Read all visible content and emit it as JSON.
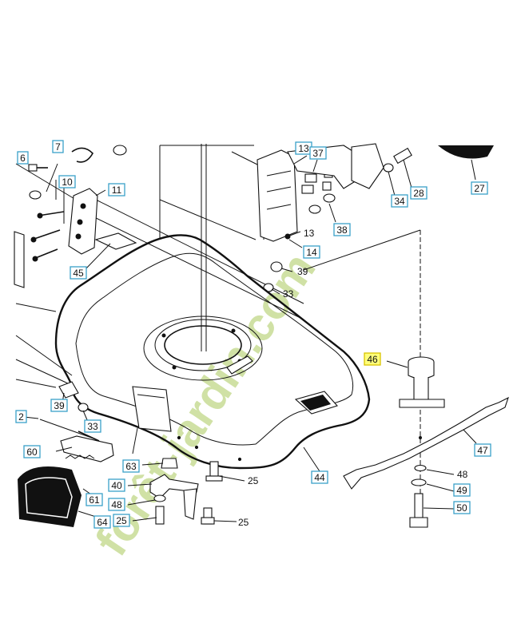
{
  "diagram": {
    "boxed_labels": [
      {
        "id": "p6",
        "text": "6"
      },
      {
        "id": "p7",
        "text": "7"
      },
      {
        "id": "p10",
        "text": "10"
      },
      {
        "id": "p11",
        "text": "11"
      },
      {
        "id": "p13a",
        "text": "13"
      },
      {
        "id": "p37",
        "text": "37"
      },
      {
        "id": "p14",
        "text": "14"
      },
      {
        "id": "p38",
        "text": "38"
      },
      {
        "id": "p34",
        "text": "34"
      },
      {
        "id": "p28",
        "text": "28"
      },
      {
        "id": "p27",
        "text": "27"
      },
      {
        "id": "p45",
        "text": "45"
      },
      {
        "id": "p46",
        "text": "46",
        "highlight": true
      },
      {
        "id": "p47",
        "text": "47"
      },
      {
        "id": "p49",
        "text": "49"
      },
      {
        "id": "p50",
        "text": "50"
      },
      {
        "id": "p44",
        "text": "44"
      },
      {
        "id": "p39a",
        "text": "39"
      },
      {
        "id": "p33a",
        "text": "33"
      },
      {
        "id": "p60",
        "text": "60"
      },
      {
        "id": "p63",
        "text": "63"
      },
      {
        "id": "p40",
        "text": "40"
      },
      {
        "id": "p48a",
        "text": "48"
      },
      {
        "id": "p61",
        "text": "61"
      },
      {
        "id": "p64",
        "text": "64"
      },
      {
        "id": "p25a",
        "text": "25"
      },
      {
        "id": "p2",
        "text": "2"
      }
    ],
    "plain_labels": [
      {
        "id": "p13b",
        "text": "13"
      },
      {
        "id": "p39b",
        "text": "39"
      },
      {
        "id": "p33b",
        "text": "33"
      },
      {
        "id": "p48b",
        "text": "48"
      },
      {
        "id": "p25b",
        "text": "25"
      },
      {
        "id": "p25c",
        "text": "25"
      }
    ],
    "watermark": "forêt-jardin.com",
    "colors": {
      "label_border": "#3aa0c8",
      "highlight_fill": "#ffff7a",
      "watermark_green": "#c8dc96",
      "watermark_orange": "#f5c9a0"
    }
  }
}
